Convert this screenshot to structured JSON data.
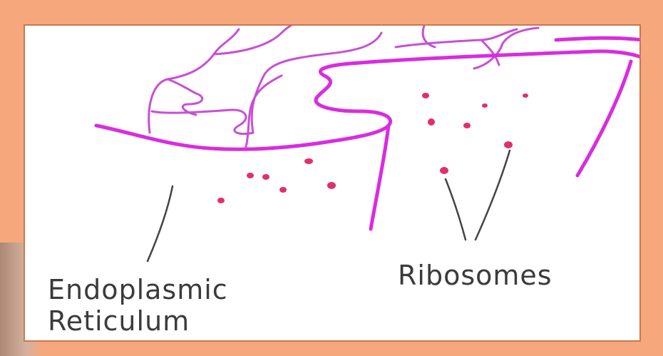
{
  "diagram": {
    "labels": {
      "endoplasmic": "Endoplasmic",
      "reticulum": "Reticulum",
      "ribosomes": "Ribosomes"
    },
    "colors": {
      "border": "#f6a77c",
      "membrane": "#d92ce0",
      "membrane_thin": "#c84fd6",
      "ribosome": "#e0306a",
      "label_text": "#3b3b3b",
      "pointer": "#444444"
    }
  }
}
